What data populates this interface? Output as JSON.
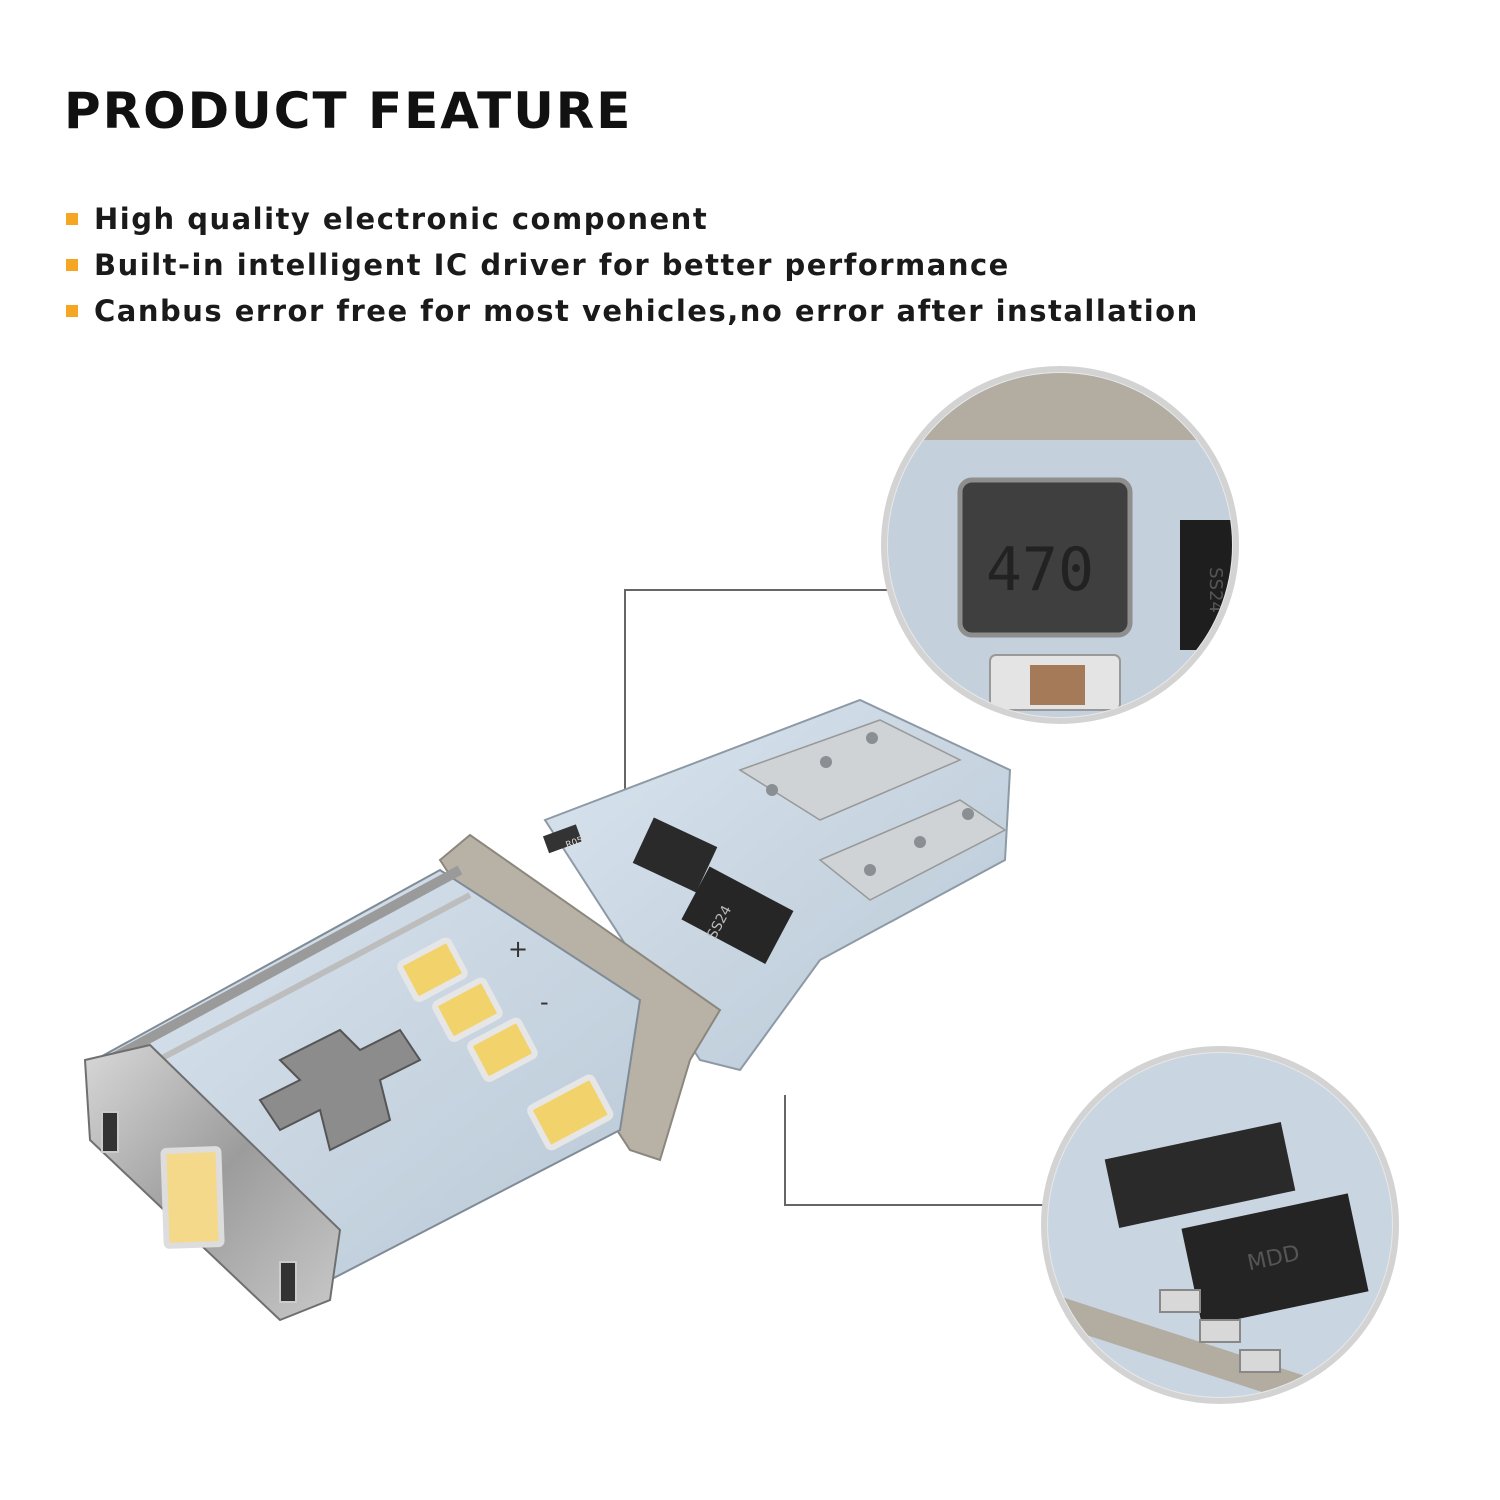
{
  "title": "PRODUCT FEATURE",
  "features": [
    "High quality electronic component",
    "Built-in intelligent IC driver for better performance",
    "Canbus error free for most vehicles,no error after installation"
  ],
  "colors": {
    "bullet": "#f5a623",
    "title": "#111111",
    "text": "#1a1a1a"
  },
  "component_marks": {
    "inductor": "470",
    "diode": "SS24",
    "bridge_brand": "MDD",
    "resistor": "R050",
    "plus": "+",
    "minus": "-"
  }
}
